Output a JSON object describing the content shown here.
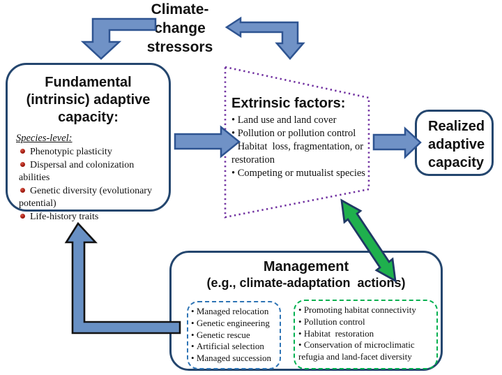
{
  "climate": {
    "label": "Climate-\nchange\nstressors"
  },
  "fundamental": {
    "title": "Fundamental\n(intrinsic) adaptive\ncapacity:",
    "subtitle": "Species-level:",
    "items": [
      "Phenotypic plasticity",
      "Dispersal and colonization abilities",
      "Genetic diversity (evolutionary potential)",
      "Life-history traits"
    ]
  },
  "extrinsic": {
    "title": "Extrinsic factors:",
    "items": [
      "Land use and land cover",
      "Pollution or pollution control",
      "Habitat  loss, fragmentation, or restoration",
      "Competing or mutualist species"
    ]
  },
  "realized": {
    "title": "Realized\nadaptive\ncapacity"
  },
  "management": {
    "title": "Management",
    "subtitle": "(e.g., climate-adaptation  actions)",
    "genetic_actions": [
      "Managed relocation",
      "Genetic engineering",
      "Genetic rescue",
      "Artificial selection",
      "Managed succession"
    ],
    "habitat_actions": [
      "Promoting habitat connectivity",
      "Pollution control",
      "Habitat  restoration",
      "Conservation of microclimatic refugia and land-facet diversity"
    ]
  },
  "arrows": {
    "climate_to_fundamental": "elbow-arrow-down",
    "climate_extrinsic": "double-headed-elbow-left-and-down",
    "fundamental_to_extrinsic": "right-arrow",
    "extrinsic_to_realized": "right-arrow",
    "extrinsic_management": "double-headed-diagonal-arrow",
    "management_to_fundamental": "elbow-arrow-up"
  },
  "colors": {
    "arrow_blue_fill": "#7092c6",
    "arrow_blue_stroke": "#2e5491",
    "arrow_green_fill": "#1fb04d",
    "arrow_green_stroke": "#1f3864",
    "box_border": "#24466e",
    "trapezoid_border": "#7030a0",
    "genetic_dashed_border": "#2e74b5",
    "habitat_dashed_border": "#00b050",
    "bullet_ball": "#a51c10"
  }
}
